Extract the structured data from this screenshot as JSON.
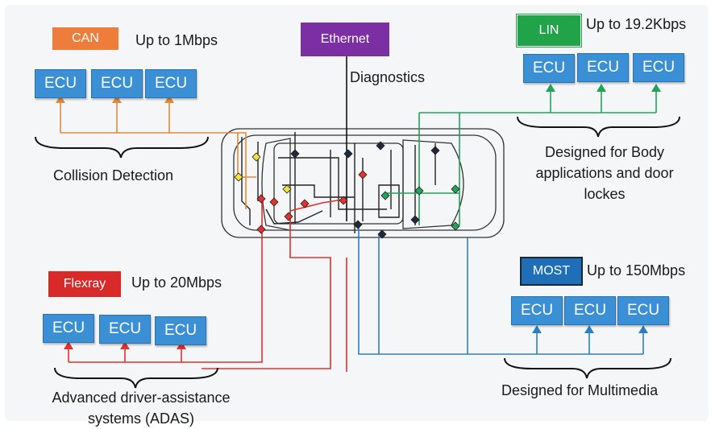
{
  "can": {
    "label": "CAN",
    "speed": "Up to 1Mbps",
    "caption": "Collision Detection",
    "ecus": [
      "ECU",
      "ECU",
      "ECU"
    ],
    "color": "#ee7d3c"
  },
  "ethernet": {
    "label": "Ethernet",
    "caption": "Diagnostics",
    "color": "#7b2fa3"
  },
  "lin": {
    "label": "LIN",
    "speed": "Up to 19.2Kbps",
    "caption_lines": [
      "Designed for Body",
      "applications and door",
      "lockes"
    ],
    "ecus": [
      "ECU",
      "ECU",
      "ECU"
    ],
    "color": "#21a34a"
  },
  "flexray": {
    "label": "Flexray",
    "speed": "Up to 20Mbps",
    "caption_lines": [
      "Advanced driver-assistance",
      "systems (ADAS)"
    ],
    "ecus": [
      "ECU",
      "ECU",
      "ECU"
    ],
    "color": "#d92a2a"
  },
  "most": {
    "label": "MOST",
    "speed": "Up to 150Mbps",
    "caption": "Designed for Multimedia",
    "ecus": [
      "ECU",
      "ECU",
      "ECU"
    ],
    "color": "#1e6fb8"
  },
  "ecu_color": "#3b8fd4"
}
